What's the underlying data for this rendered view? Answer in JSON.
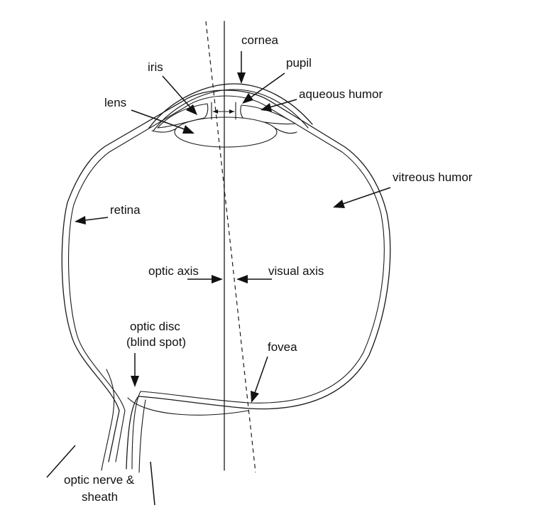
{
  "labels": {
    "cornea": "cornea",
    "pupil": "pupil",
    "iris": "iris",
    "aqueous_humor": "aqueous humor",
    "lens": "lens",
    "vitreous_humor": "vitreous humor",
    "retina": "retina",
    "optic_axis": "optic axis",
    "visual_axis": "visual axis",
    "optic_disc_line1": "optic disc",
    "optic_disc_line2": "(blind spot)",
    "fovea": "fovea",
    "optic_nerve_line1": "optic nerve &",
    "optic_nerve_line2": "sheath"
  }
}
